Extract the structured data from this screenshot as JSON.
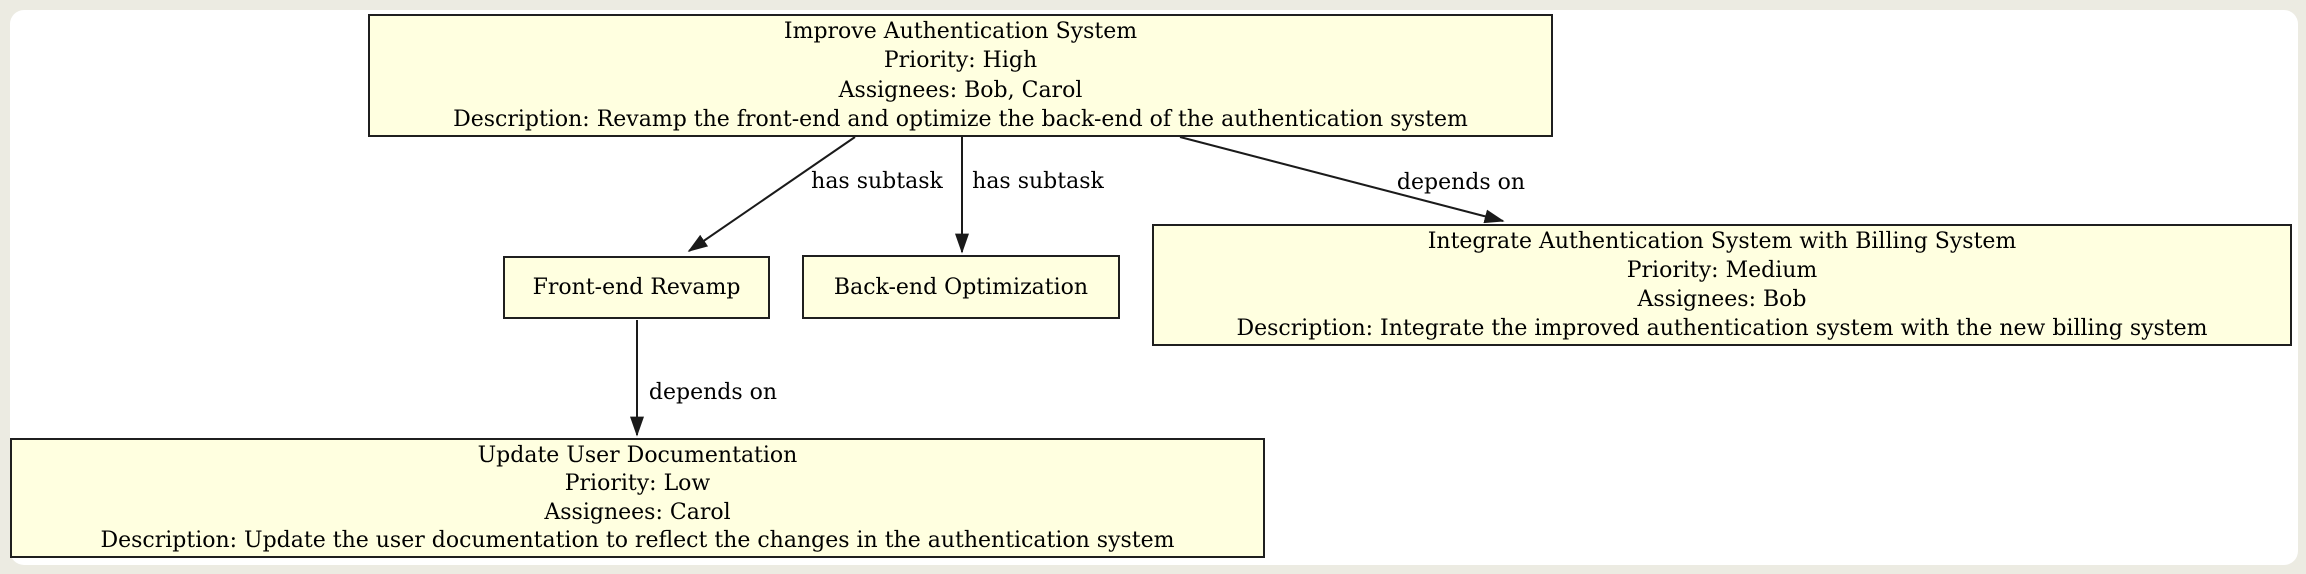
{
  "page": {
    "background_color": "#ECEBE2",
    "canvas_color": "#FFFFFF"
  },
  "diagram": {
    "type": "task-dependency-graph",
    "colors": {
      "node_fill": "#FFFFE0",
      "node_border": "#1F1F1F",
      "edge": "#1A1A1A",
      "text": "#000000"
    },
    "nodes": [
      {
        "id": "improve-authentication-system",
        "lines": [
          "Improve Authentication System",
          "Priority: High",
          "Assignees: Bob, Carol",
          "Description: Revamp the front-end and optimize the back-end of the authentication system"
        ]
      },
      {
        "id": "front-end-revamp",
        "lines": [
          "Front-end Revamp"
        ]
      },
      {
        "id": "back-end-optimization",
        "lines": [
          "Back-end Optimization"
        ]
      },
      {
        "id": "integrate-authentication-with-billing",
        "lines": [
          "Integrate Authentication System with Billing System",
          "Priority: Medium",
          "Assignees: Bob",
          "Description: Integrate the improved authentication system with the new billing system"
        ]
      },
      {
        "id": "update-user-documentation",
        "lines": [
          "Update User Documentation",
          "Priority: Low",
          "Assignees: Carol",
          "Description: Update the user documentation to reflect the changes in the authentication system"
        ]
      }
    ],
    "edges": [
      {
        "from": "improve-authentication-system",
        "to": "front-end-revamp",
        "label": "has subtask"
      },
      {
        "from": "improve-authentication-system",
        "to": "back-end-optimization",
        "label": "has subtask"
      },
      {
        "from": "improve-authentication-system",
        "to": "integrate-authentication-with-billing",
        "label": "depends on"
      },
      {
        "from": "front-end-revamp",
        "to": "update-user-documentation",
        "label": "depends on"
      }
    ]
  }
}
